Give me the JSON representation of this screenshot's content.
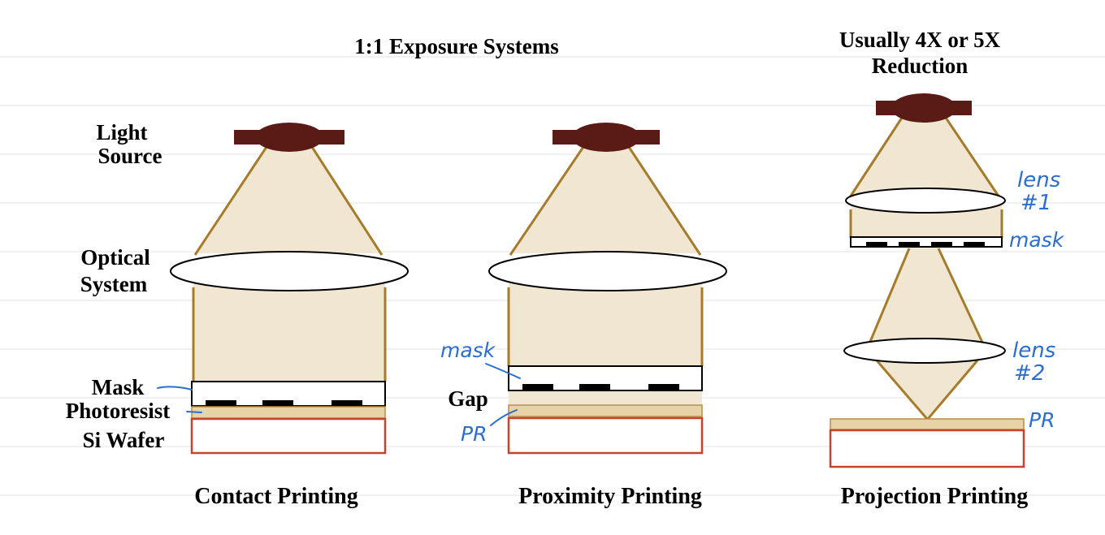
{
  "title": "1:1 Exposure Systems",
  "projection_title": [
    "Usually 4X or 5X",
    "Reduction"
  ],
  "labels": {
    "light_source": [
      "Light",
      "Source"
    ],
    "optical_system": [
      "Optical",
      "System"
    ],
    "mask": "Mask",
    "photoresist": "Photoresist",
    "si_wafer": "Si Wafer",
    "gap": "Gap"
  },
  "captions": {
    "contact": "Contact Printing",
    "proximity": "Proximity Printing",
    "projection": "Projection Printing"
  },
  "handwritten": {
    "mask_proximity": "mask",
    "pr_proximity": "PR",
    "lens1": [
      "lens",
      "#1"
    ],
    "mask_projection": "mask",
    "lens2": [
      "lens",
      "#2"
    ],
    "pr_projection": "PR"
  },
  "colors": {
    "light_source": "#5a1a16",
    "ray": "#a67c2a",
    "beam": "#f1e6d2",
    "wafer_outline": "#c8432c",
    "annotation": "#2a6fd0"
  }
}
